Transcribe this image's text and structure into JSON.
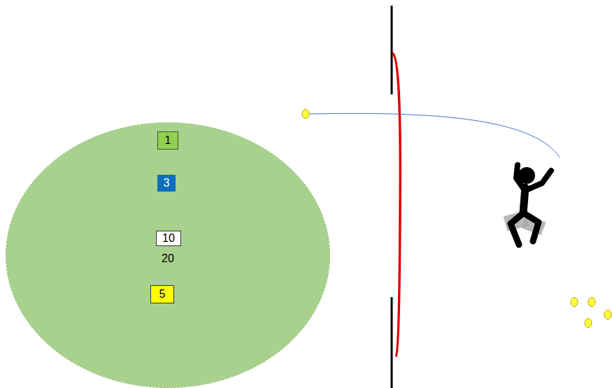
{
  "diagram": {
    "nodes": [
      {
        "text": [
          "1"
        ]
      },
      {
        "text": [
          "3"
        ],
        "in": 0
      },
      {
        "text": [
          "5"
        ],
        "in": 1
      },
      {
        "text": [
          "10"
        ],
        "in": 2
      },
      {
        "text": [
          "20"
        ],
        "in": 3
      }
    ]
  }
}
